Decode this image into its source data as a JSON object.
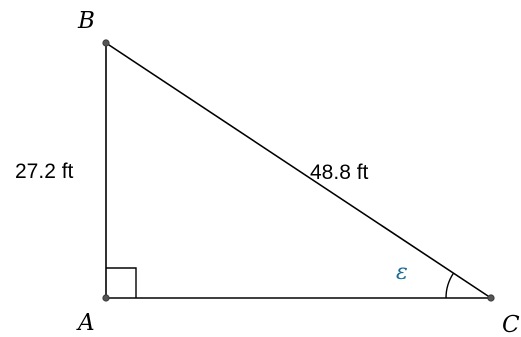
{
  "vertices": {
    "A": "A",
    "B": "B",
    "C": "C"
  },
  "sides": {
    "AB": "27.2 ft",
    "BC": "48.8 ft"
  },
  "angle_C": "ε",
  "right_angle_at": "A",
  "colors": {
    "stroke": "#000000",
    "point": "#555555",
    "angle_label": "#1a6b96"
  }
}
